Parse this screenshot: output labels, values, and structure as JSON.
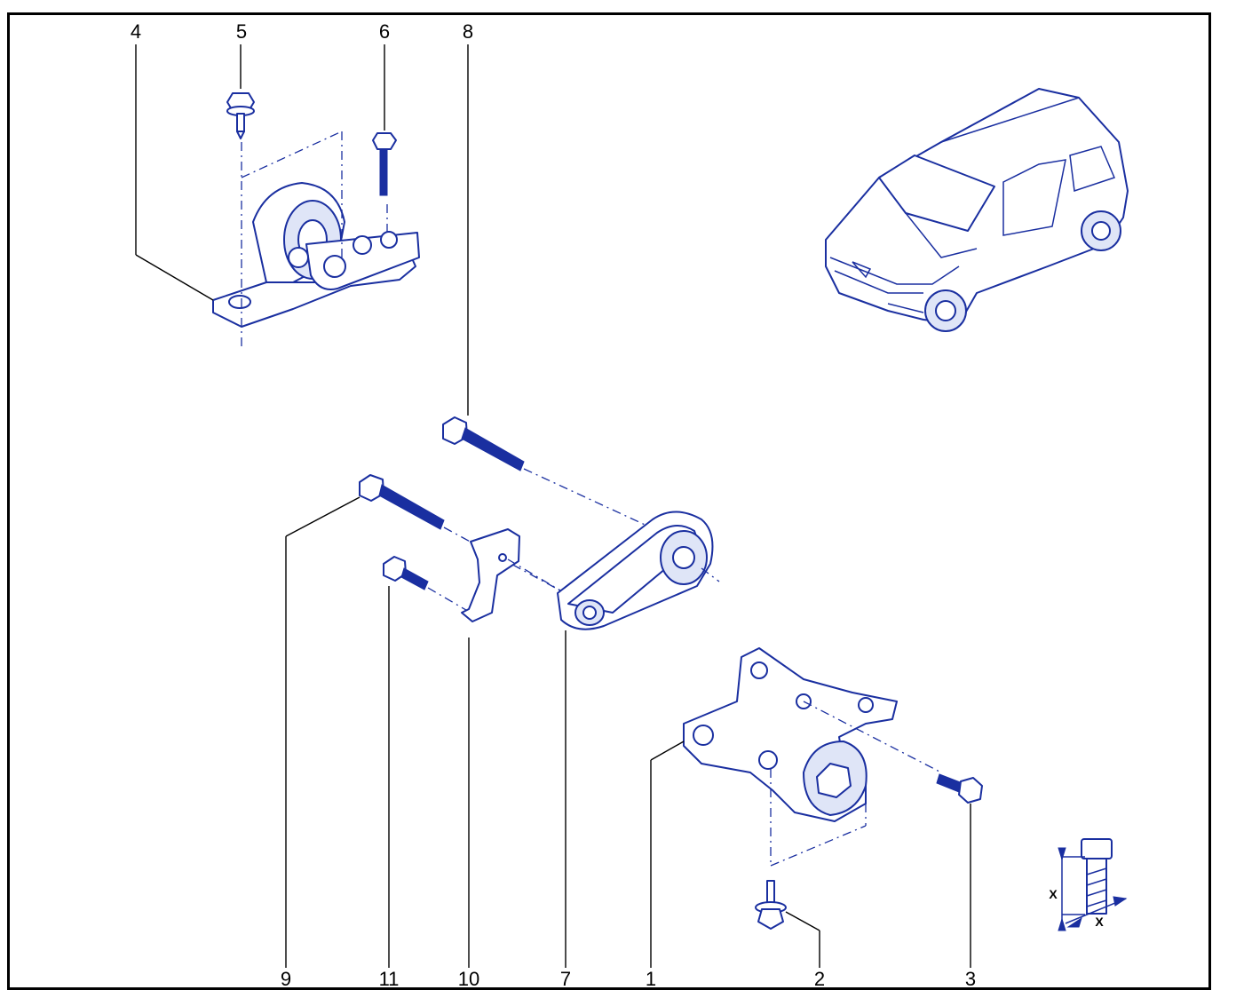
{
  "callouts": {
    "c1": "1",
    "c2": "2",
    "c3": "3",
    "c4": "4",
    "c5": "5",
    "c6": "6",
    "c7": "7",
    "c8": "8",
    "c9": "9",
    "c10": "10",
    "c11": "11"
  },
  "dimension": {
    "x1": "X",
    "x2": "X"
  },
  "colors": {
    "line": "#1a2fa0",
    "frame": "#000000",
    "background": "#ffffff"
  },
  "icons": [
    "car-illustration",
    "bolt-length-symbol"
  ]
}
